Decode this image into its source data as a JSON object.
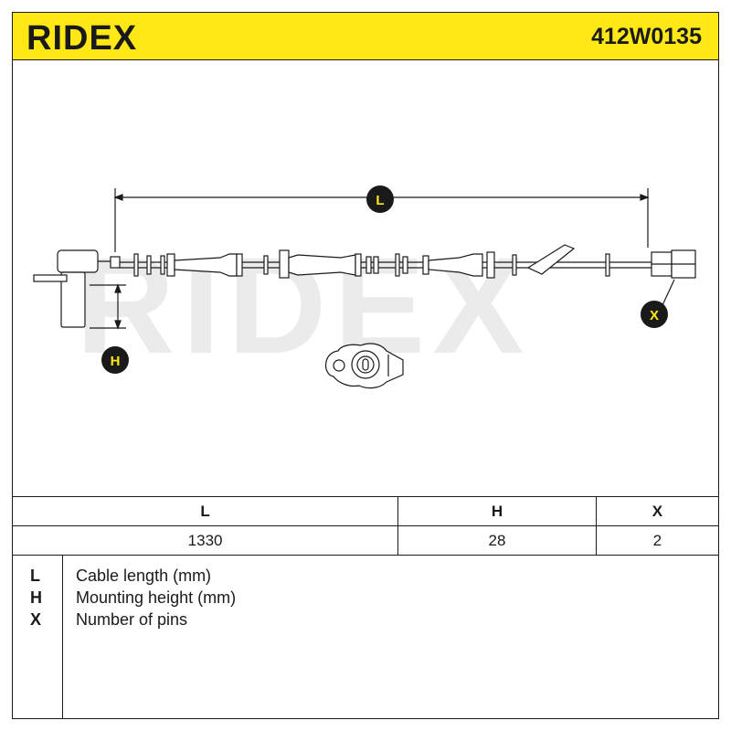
{
  "header": {
    "brand": "RIDEX",
    "part_number": "412W0135"
  },
  "drawing": {
    "callouts": {
      "L": "L",
      "H": "H",
      "X": "X"
    },
    "watermark": "RIDEX"
  },
  "table": {
    "columns": [
      "L",
      "H",
      "X"
    ],
    "values": [
      "1330",
      "28",
      "2"
    ]
  },
  "legend": [
    {
      "key": "L",
      "description": "Cable length (mm)"
    },
    {
      "key": "H",
      "description": "Mounting height (mm)"
    },
    {
      "key": "X",
      "description": "Number of pins"
    }
  ],
  "colors": {
    "brand_yellow": "#ffe815",
    "line": "#1a1a1a",
    "watermark": "#ebebeb"
  }
}
